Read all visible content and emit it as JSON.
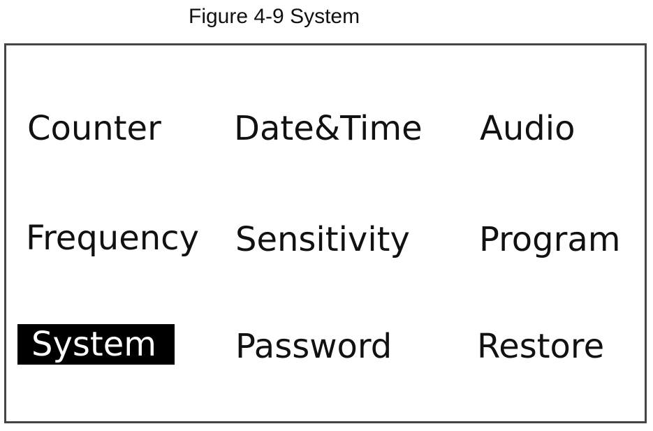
{
  "caption": "Figure 4-9 System",
  "menu": {
    "items": [
      {
        "label": "Counter",
        "selected": false
      },
      {
        "label": "Date&Time",
        "selected": false
      },
      {
        "label": "Audio",
        "selected": false
      },
      {
        "label": "Frequency",
        "selected": false
      },
      {
        "label": "Sensitivity",
        "selected": false
      },
      {
        "label": "Program",
        "selected": false
      },
      {
        "label": "System",
        "selected": true
      },
      {
        "label": "Password",
        "selected": false
      },
      {
        "label": "Restore",
        "selected": false
      }
    ]
  },
  "colors": {
    "highlight_bg": "#000000",
    "highlight_text": "#ffffff",
    "text": "#111111",
    "border": "#444444"
  }
}
